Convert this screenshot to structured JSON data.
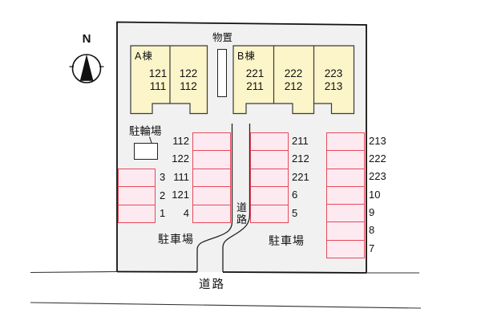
{
  "compass": {
    "north_label": "N"
  },
  "site": {
    "storage": {
      "label": "物置"
    },
    "bicycle_parking": {
      "label": "駐輪場"
    },
    "buildings": {
      "a": {
        "name": "A棟",
        "units": [
          [
            "121",
            "111"
          ],
          [
            "122",
            "112"
          ]
        ]
      },
      "b": {
        "name": "B棟",
        "units": [
          [
            "221",
            "211"
          ],
          [
            "222",
            "212"
          ],
          [
            "223",
            "213"
          ]
        ]
      }
    },
    "parking": {
      "left_column": [
        "3",
        "2",
        "1"
      ],
      "mid_left_column": [
        "112",
        "122",
        "111",
        "121",
        "4"
      ],
      "mid_right_column": [
        "211",
        "212",
        "221",
        "6",
        "5"
      ],
      "right_column": [
        "213",
        "222",
        "223",
        "10",
        "9",
        "8",
        "7"
      ],
      "lot_label_left": "駐車場",
      "lot_label_right": "駐車場"
    },
    "driveway": {
      "label": "道路"
    }
  },
  "road": {
    "label": "道路"
  },
  "colors": {
    "site_fill": "#f1f1f2",
    "building_fill": "#fbf5c9",
    "building_border": "#3a3a3a",
    "parking_fill": "#fdeaf1",
    "parking_border": "#e6485a",
    "line": "#1a1a1a"
  }
}
